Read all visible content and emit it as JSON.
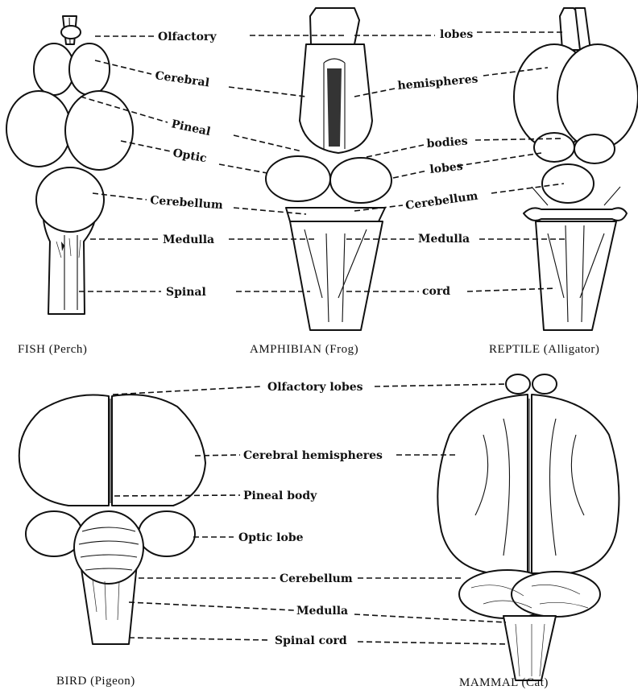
{
  "top_labels": {
    "fish_left": [
      "Olfactory",
      "Cerebral",
      "Pineal",
      "Optic",
      "Cerebellum",
      "Medulla",
      "Spinal"
    ],
    "reptile_right": [
      "lobes",
      "hemispheres",
      "bodies",
      "lobes",
      "Cerebellum",
      "Medulla",
      "cord"
    ]
  },
  "bottom_labels": [
    "Olfactory lobes",
    "Cerebral hemispheres",
    "Pineal body",
    "Optic lobe",
    "Cerebellum",
    "Medulla",
    "Spinal cord"
  ],
  "captions": {
    "fish": "FISH (Perch)",
    "amphibian": "AMPHIBIAN (Frog)",
    "reptile": "REPTILE (Alligator)",
    "bird": "BIRD (Pigeon)",
    "mammal": "MAMMAL (Cat)"
  }
}
